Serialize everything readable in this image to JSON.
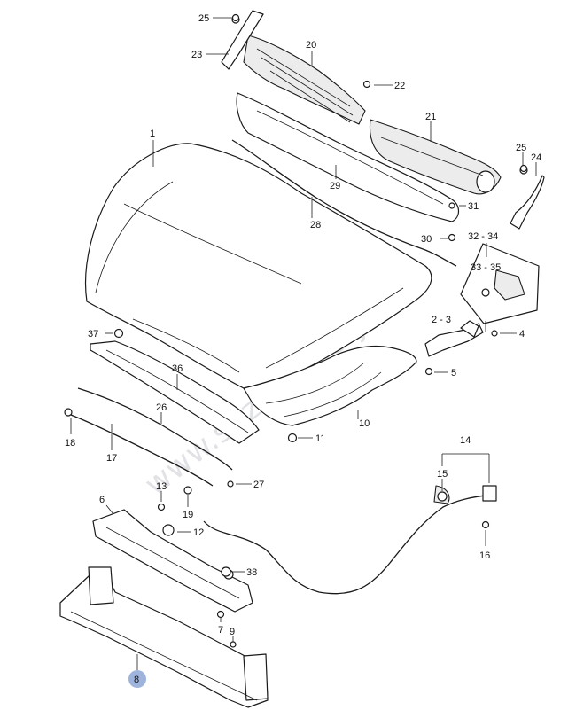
{
  "watermark": "www.suzuki-diely.sk",
  "highlight_color": "#9fb4dc",
  "callouts": {
    "c1": "1",
    "c2_3": "2 - 3",
    "c4": "4",
    "c5": "5",
    "c6": "6",
    "c7": "7",
    "c8": "8",
    "c9": "9",
    "c10": "10",
    "c11": "11",
    "c12": "12",
    "c13": "13",
    "c14": "14",
    "c15": "15",
    "c16": "16",
    "c17": "17",
    "c18": "18",
    "c19": "19",
    "c20": "20",
    "c21": "21",
    "c22": "22",
    "c23": "23",
    "c24": "24",
    "c25a": "25",
    "c25b": "25",
    "c26": "26",
    "c27": "27",
    "c28": "28",
    "c29": "29",
    "c30": "30",
    "c31": "31",
    "c32_34": "32 - 34",
    "c33_35": "33 - 35",
    "c36": "36",
    "c37": "37",
    "c38": "38"
  }
}
